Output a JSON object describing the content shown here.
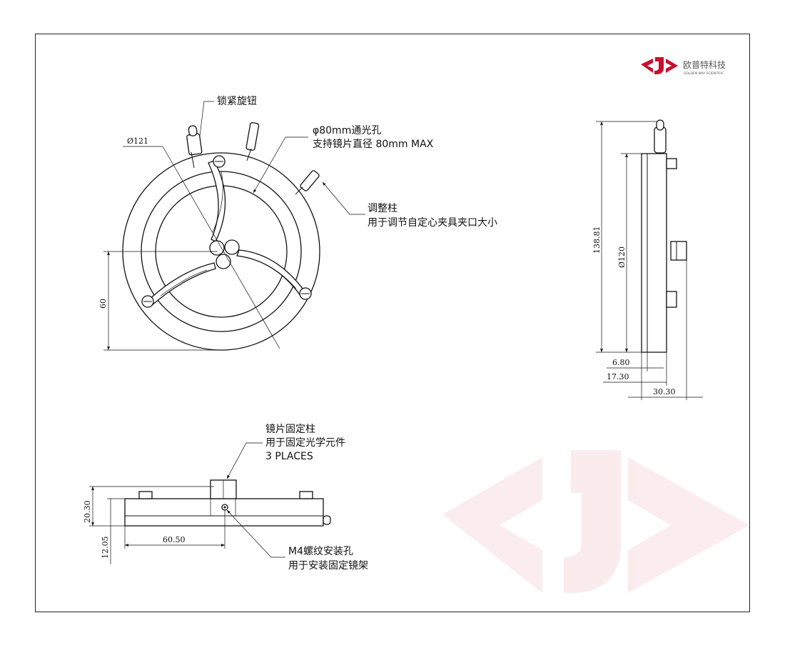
{
  "logo": {
    "company_cn": "欧普特科技",
    "company_en": "GOLDEN WAY SCIENTIFIC",
    "brand_color": "#c8102e"
  },
  "front_view": {
    "lock_knob_label": "锁紧旋钮",
    "aperture_line1": "φ80mm通光孔",
    "aperture_line2": "支持镜片直径 80mm MAX",
    "adjust_line1": "调整柱",
    "adjust_line2": "用于调节自定心夹具夹口大小",
    "dim_outer": "Ø121",
    "dim_height": "60"
  },
  "side_view": {
    "dim_total": "138.81",
    "dim_bore": "Ø120",
    "dim_a": "6.80",
    "dim_b": "17.30",
    "dim_c": "30.30"
  },
  "bottom_view": {
    "post_line1": "镜片固定柱",
    "post_line2": "用于固定光学元件",
    "post_line3": "3 PLACES",
    "hole_line1": "M4螺纹安装孔",
    "hole_line2": "用于安装固定镜架",
    "dim_h1": "20.30",
    "dim_h2": "12.05",
    "dim_w": "60.50"
  }
}
